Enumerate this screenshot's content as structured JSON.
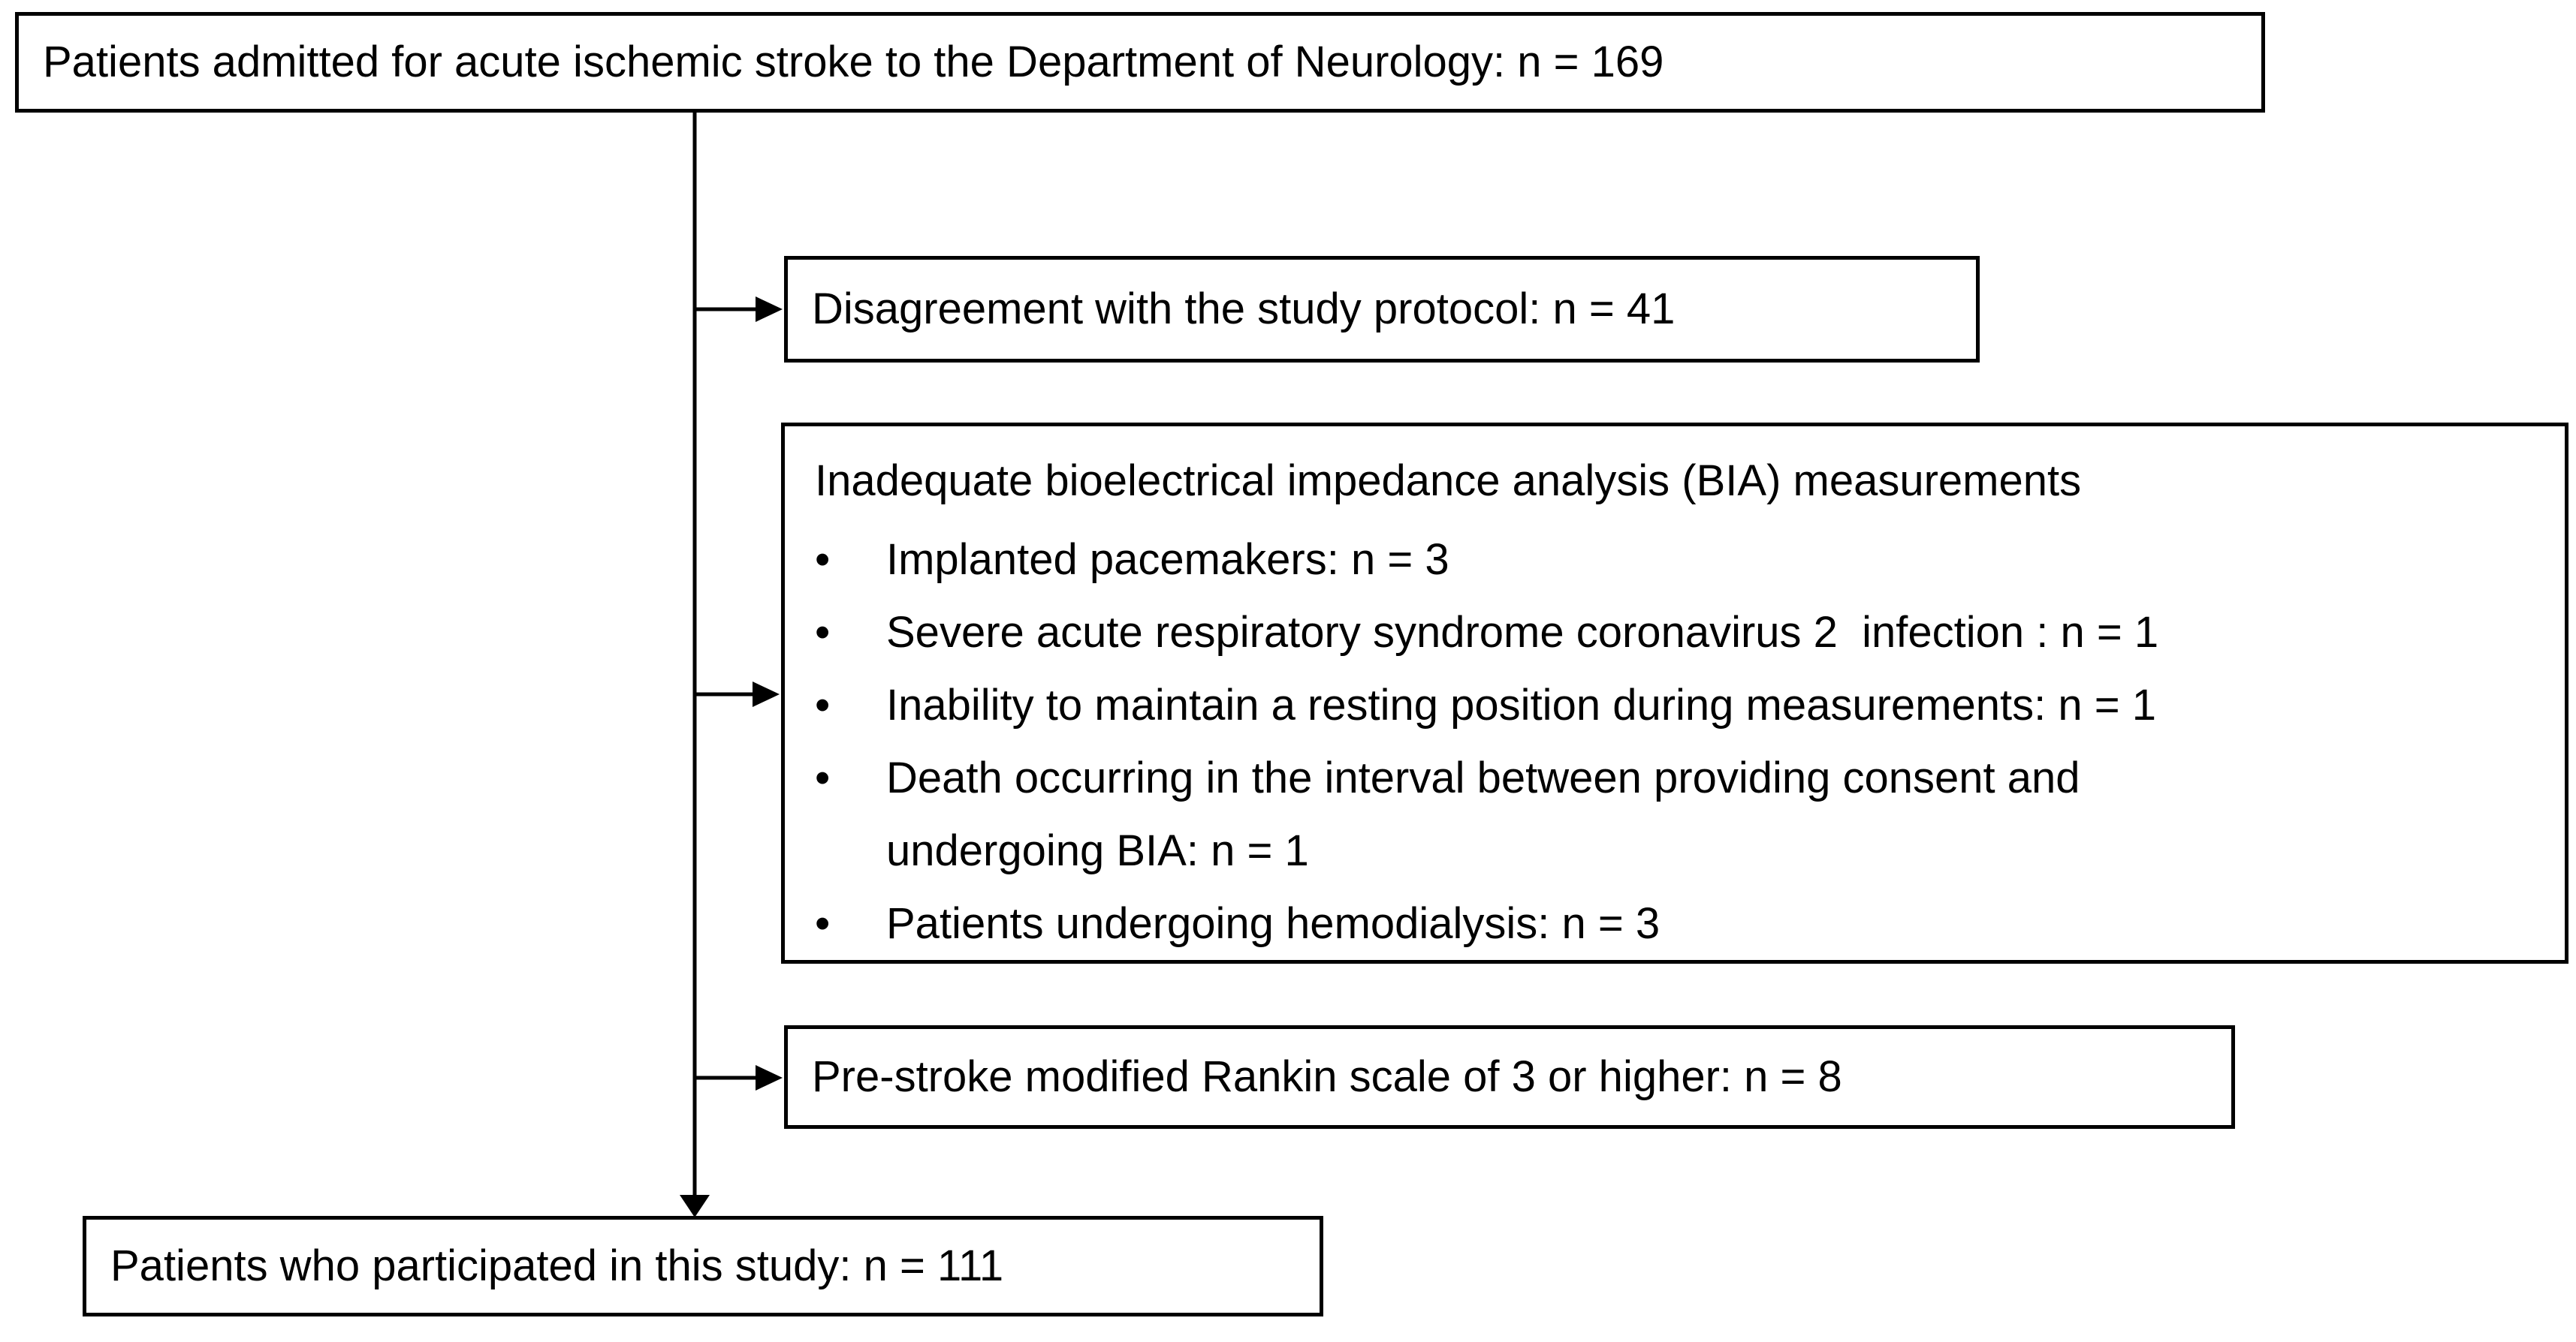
{
  "figure": {
    "type": "patient-flow-diagram",
    "background_color": "#ffffff",
    "line_color": "#000000",
    "text_color": "#000000"
  },
  "boxes": {
    "admitted": {
      "text": "Patients admitted for acute ischemic stroke to the Department of Neurology: n = 169"
    },
    "protocol": {
      "text": "Disagreement with the study protocol: n = 41"
    },
    "bia": {
      "title": "Inadequate bioelectrical impedance analysis (BIA) measurements",
      "bullet_char": "•",
      "items": [
        "Implanted pacemakers: n = 3",
        "Severe acute respiratory syndrome coronavirus 2  infection : n = 1",
        "Inability to maintain a resting position during measurements: n = 1",
        "Death occurring in the interval between providing consent and\nundergoing BIA: n = 1",
        "Patients undergoing hemodialysis: n = 3"
      ]
    },
    "rankin": {
      "text": "Pre-stroke modified Rankin scale of 3 or higher: n = 8"
    },
    "participated": {
      "text": "Patients who participated in this study: n = 111"
    }
  }
}
